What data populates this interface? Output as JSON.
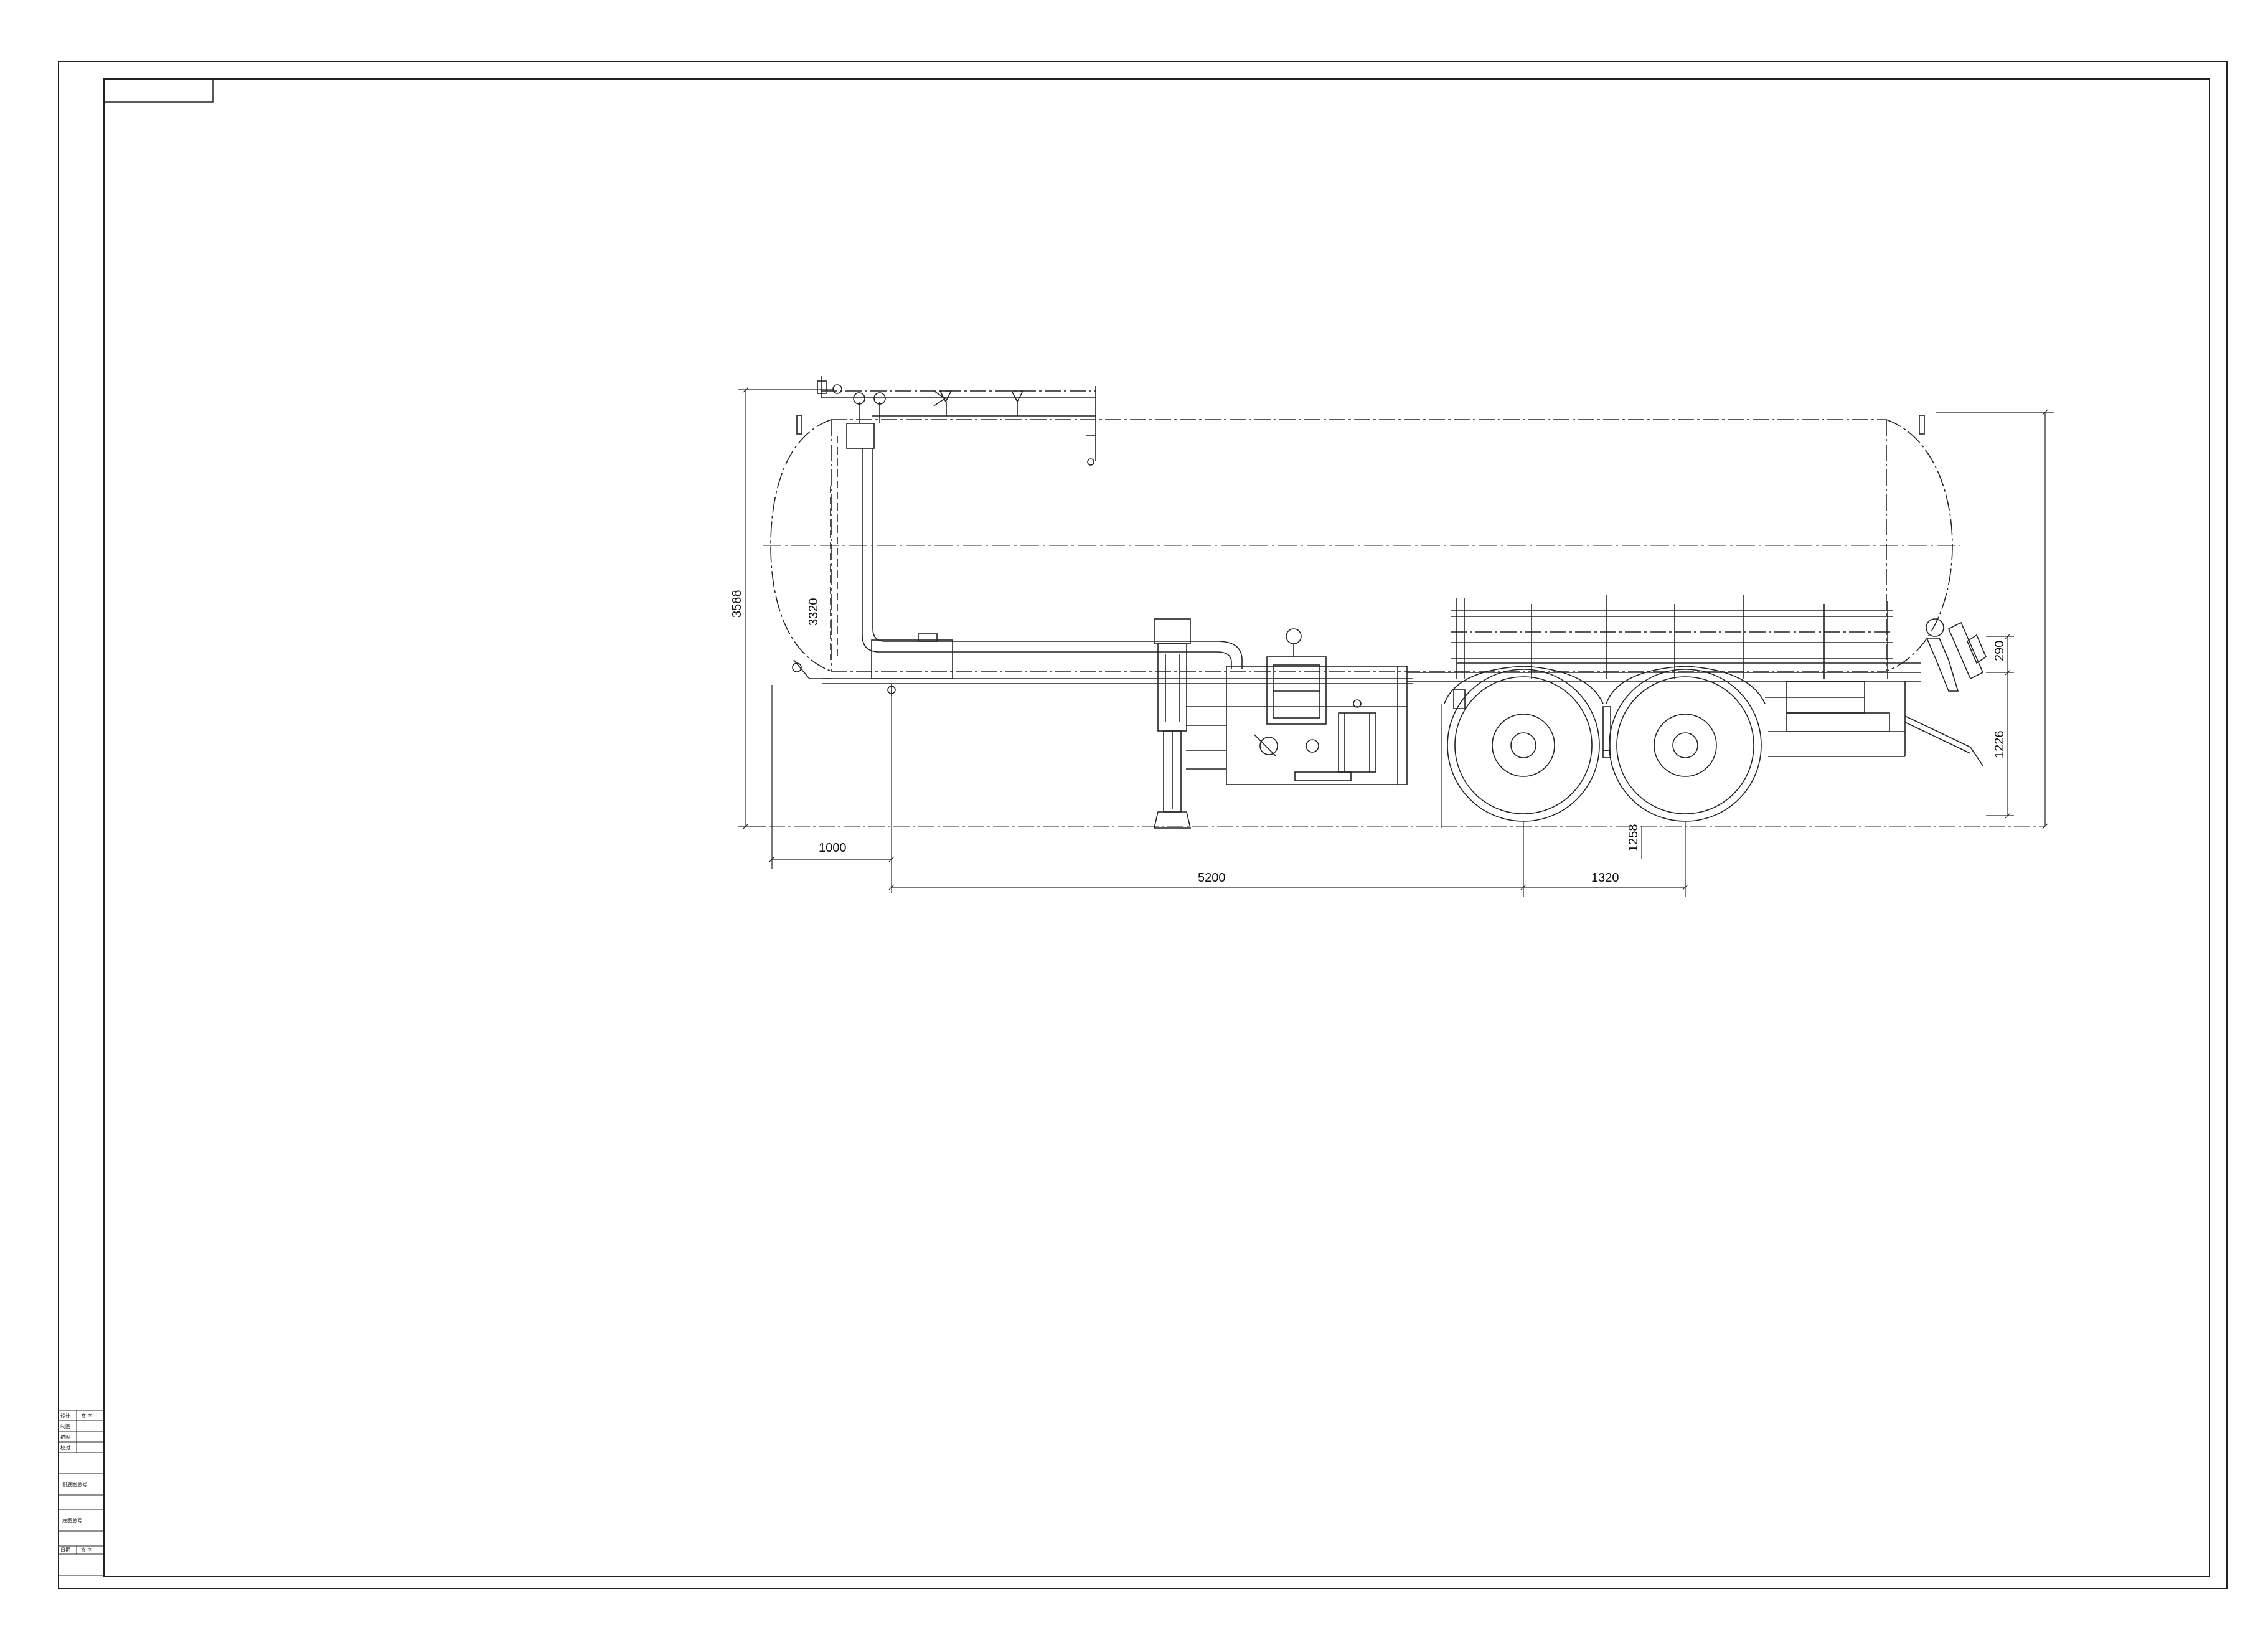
{
  "dimensions": {
    "overall_height": "3588",
    "tank_height": "3320",
    "gap_290": "290",
    "deck_height": "1226",
    "kingpin_offset": "1000",
    "kingpin_to_axle": "5200",
    "axle_spacing": "1320",
    "wheel_height": "1258"
  },
  "title_block": {
    "rows": [
      {
        "label": "设计",
        "sign": "签 字"
      },
      {
        "label": "制图",
        "sign": ""
      },
      {
        "label": "描图",
        "sign": ""
      },
      {
        "label": "校对",
        "sign": ""
      }
    ],
    "old_drawing_no": "旧底图总号",
    "base_drawing_no": "底图总号",
    "date_label": "日期",
    "date_sign": "签 字"
  }
}
